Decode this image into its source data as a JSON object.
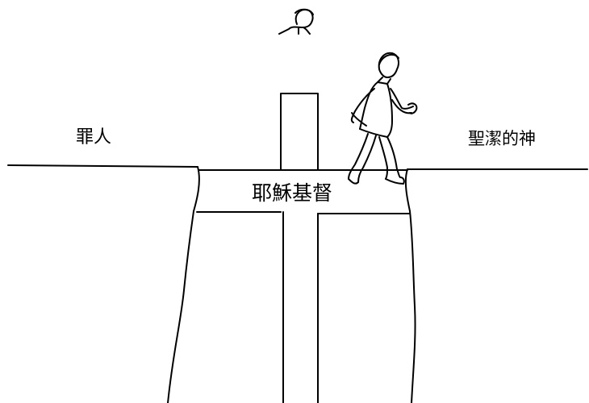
{
  "labels": {
    "left": "罪人",
    "right": "聖潔的神",
    "center": "耶穌基督"
  },
  "colors": {
    "ink": "#000000",
    "background": "#ffffff"
  },
  "figures": {
    "bystander_icon": "person-bust-icon",
    "walker_icon": "walking-man-icon"
  }
}
